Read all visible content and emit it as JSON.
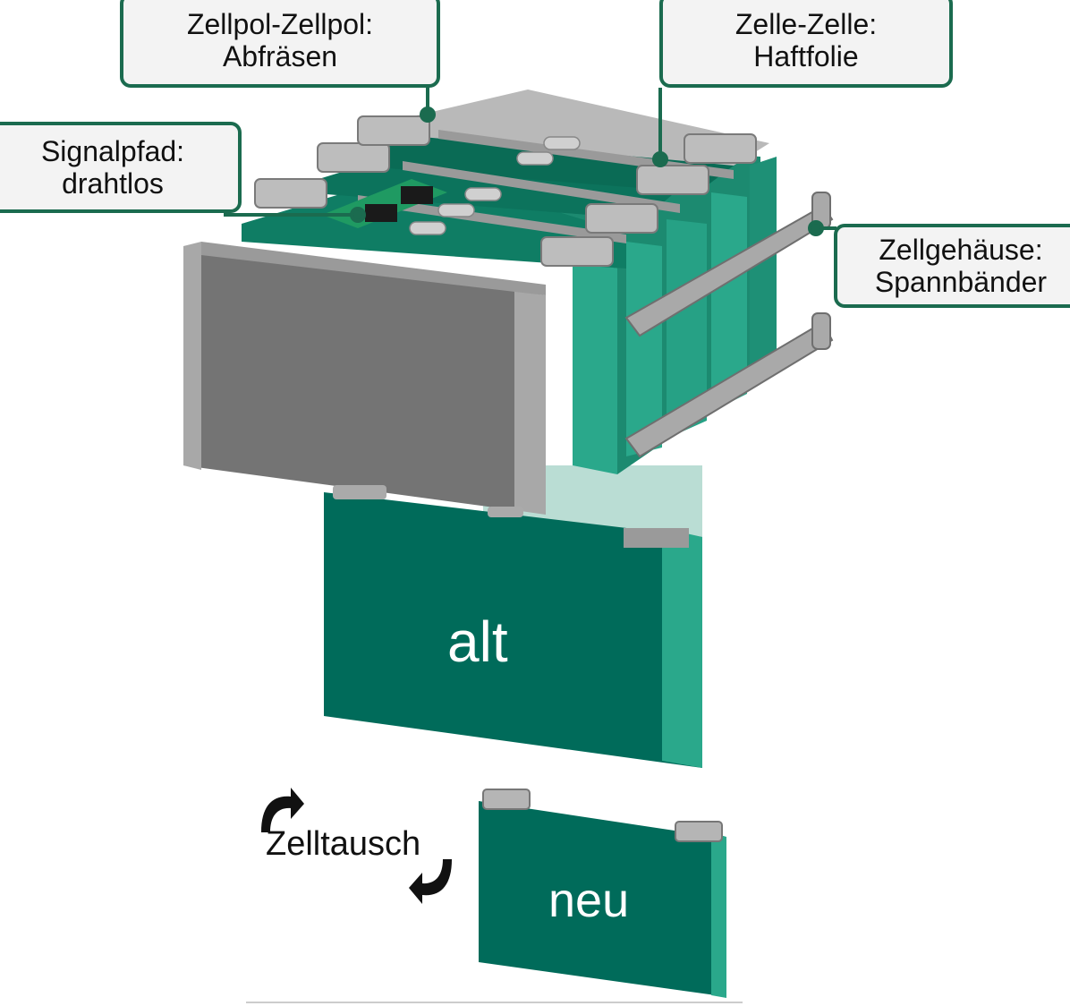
{
  "callouts": {
    "zellpol": {
      "line1": "Zellpol-Zellpol:",
      "line2": "Abfräsen"
    },
    "zelle": {
      "line1": "Zelle-Zelle:",
      "line2": "Haftfolie"
    },
    "signal": {
      "line1": "Signalpfad:",
      "line2": "drahtlos"
    },
    "gehaeuse": {
      "line1": "Zellgehäuse:",
      "line2": "Spannbänder"
    }
  },
  "cells": {
    "old_label": "alt",
    "new_label": "neu"
  },
  "swap_label": "Zelltausch",
  "colors": {
    "cell": "#006b5a",
    "cell_side": "#2aa88b",
    "frame": "#6e6e6e",
    "callout_border": "#1b6b4f"
  }
}
